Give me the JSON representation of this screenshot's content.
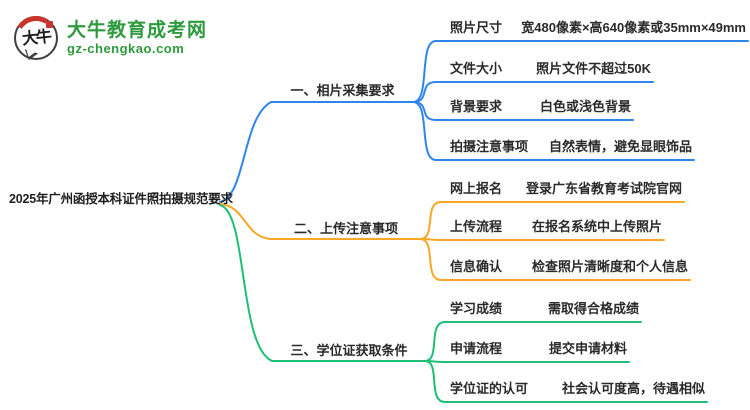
{
  "logo": {
    "bubble_text": "大牛",
    "title": "大牛教育成考网",
    "domain": "gz-chengkao.com",
    "brand_green": "#2e9a3d",
    "accent_red": "#c9342c"
  },
  "root": {
    "title": "2025年广州函授本科证件照拍摄规范要求"
  },
  "branches": [
    {
      "label": "一、相片采集要求",
      "color": "#2e86eb",
      "items": [
        {
          "key": "照片尺寸",
          "value": "宽480像素×高640像素或35mm×49mm"
        },
        {
          "key": "文件大小",
          "value": "照片文件不超过50K"
        },
        {
          "key": "背景要求",
          "value": "白色或浅色背景"
        },
        {
          "key": "拍摄注意事项",
          "value": "自然表情，避免显眼饰品"
        }
      ]
    },
    {
      "label": "二、上传注意事项",
      "color": "#f9a825",
      "items": [
        {
          "key": "网上报名",
          "value": "登录广东省教育考试院官网"
        },
        {
          "key": "上传流程",
          "value": "在报名系统中上传照片"
        },
        {
          "key": "信息确认",
          "value": "检查照片清晰度和个人信息"
        }
      ]
    },
    {
      "label": "三、学位证获取条件",
      "color": "#1fbe77",
      "items": [
        {
          "key": "学习成绩",
          "value": "需取得合格成绩"
        },
        {
          "key": "申请流程",
          "value": "提交申请材料"
        },
        {
          "key": "学位证的认可",
          "value": "社会认可度高，待遇相似"
        }
      ]
    }
  ]
}
